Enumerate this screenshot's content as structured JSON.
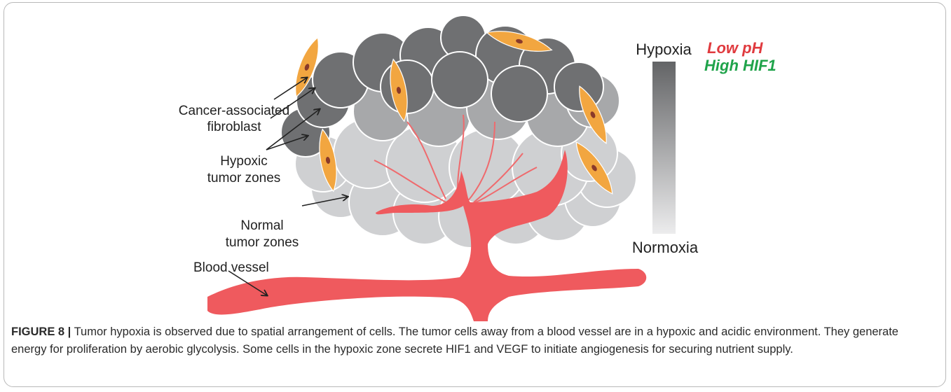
{
  "labels": {
    "caf": [
      "Cancer-associated",
      "fibroblast"
    ],
    "hypoxic_zones": [
      "Hypoxic",
      "tumor zones"
    ],
    "normal_zones": [
      "Normal",
      "tumor zones"
    ],
    "blood_vessel": "Blood vessel",
    "scale_top": "Hypoxia",
    "scale_bottom": "Normoxia",
    "low_ph": "Low pH",
    "high_hif1": "High HIF1"
  },
  "colors": {
    "low_ph": "#e03a3e",
    "high_hif1": "#1fa34a",
    "vessel": "#ef5a5e",
    "fibroblast": "#f2a640",
    "hypoxic_cell": "#6f7072",
    "mid_cell": "#a7a8aa",
    "normal_cell": "#cfd0d2"
  },
  "caption": {
    "label": "FIGURE 8 |",
    "text": " Tumor hypoxia is observed due to spatial arrangement of cells. The tumor cells away from a blood vessel are in a hypoxic and acidic environment. They generate energy for proliferation by aerobic glycolysis. Some cells in the hypoxic zone secrete HIF1 and VEGF to initiate angiogenesis for securing nutrient supply."
  }
}
